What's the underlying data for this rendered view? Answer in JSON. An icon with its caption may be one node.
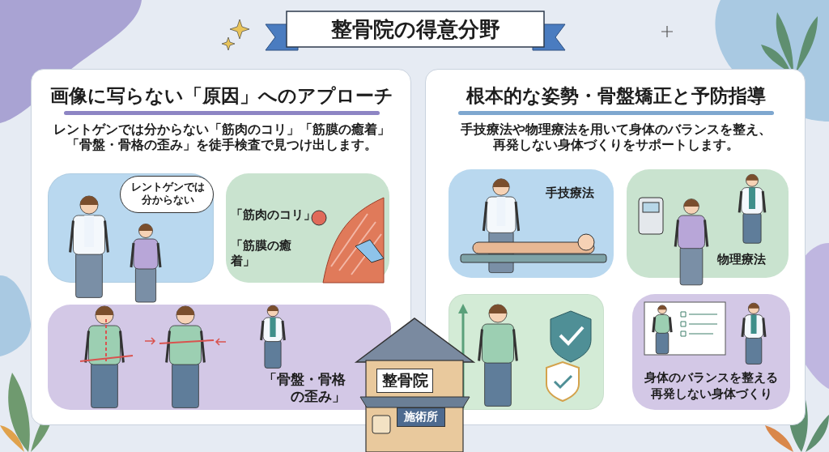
{
  "diagram": {
    "title": "整骨院の得意分野",
    "nodes": [
      {
        "text": [
          "画像に写らない「原因」へのアプローチ",
          "レントゲンでは分からない「筋肉のコリ」「筋膜の癒着」「骨盤・骨格の歪み」を徒手検査で見つけ出します。"
        ]
      },
      {
        "text": [],
        "shape": "box",
        "in": 0
      },
      {
        "text": [
          "レントゲンでは分からない"
        ],
        "in": 1
      },
      {
        "text": [
          "「筋肉のコリ」",
          "「筋膜の癒着」"
        ],
        "in": 0
      },
      {
        "text": [
          "「骨盤・骨格の歪み」"
        ],
        "in": 0
      },
      {
        "text": [
          "根本的な姿勢・骨盤矯正と予防指導",
          "手技療法や物理療法を用いて身体のバランスを整え、再発しない身体づくりをサポートします。"
        ]
      },
      {
        "text": [
          "手技療法"
        ],
        "in": 5
      },
      {
        "text": [
          "物理療法"
        ],
        "in": 5
      },
      {
        "text": [],
        "shape": "box",
        "in": 5
      },
      {
        "text": [
          "身体のバランスを整える",
          "再発しない身体づくり"
        ],
        "in": 5
      },
      {
        "text": [
          "整骨院",
          "施術所"
        ]
      }
    ]
  }
}
